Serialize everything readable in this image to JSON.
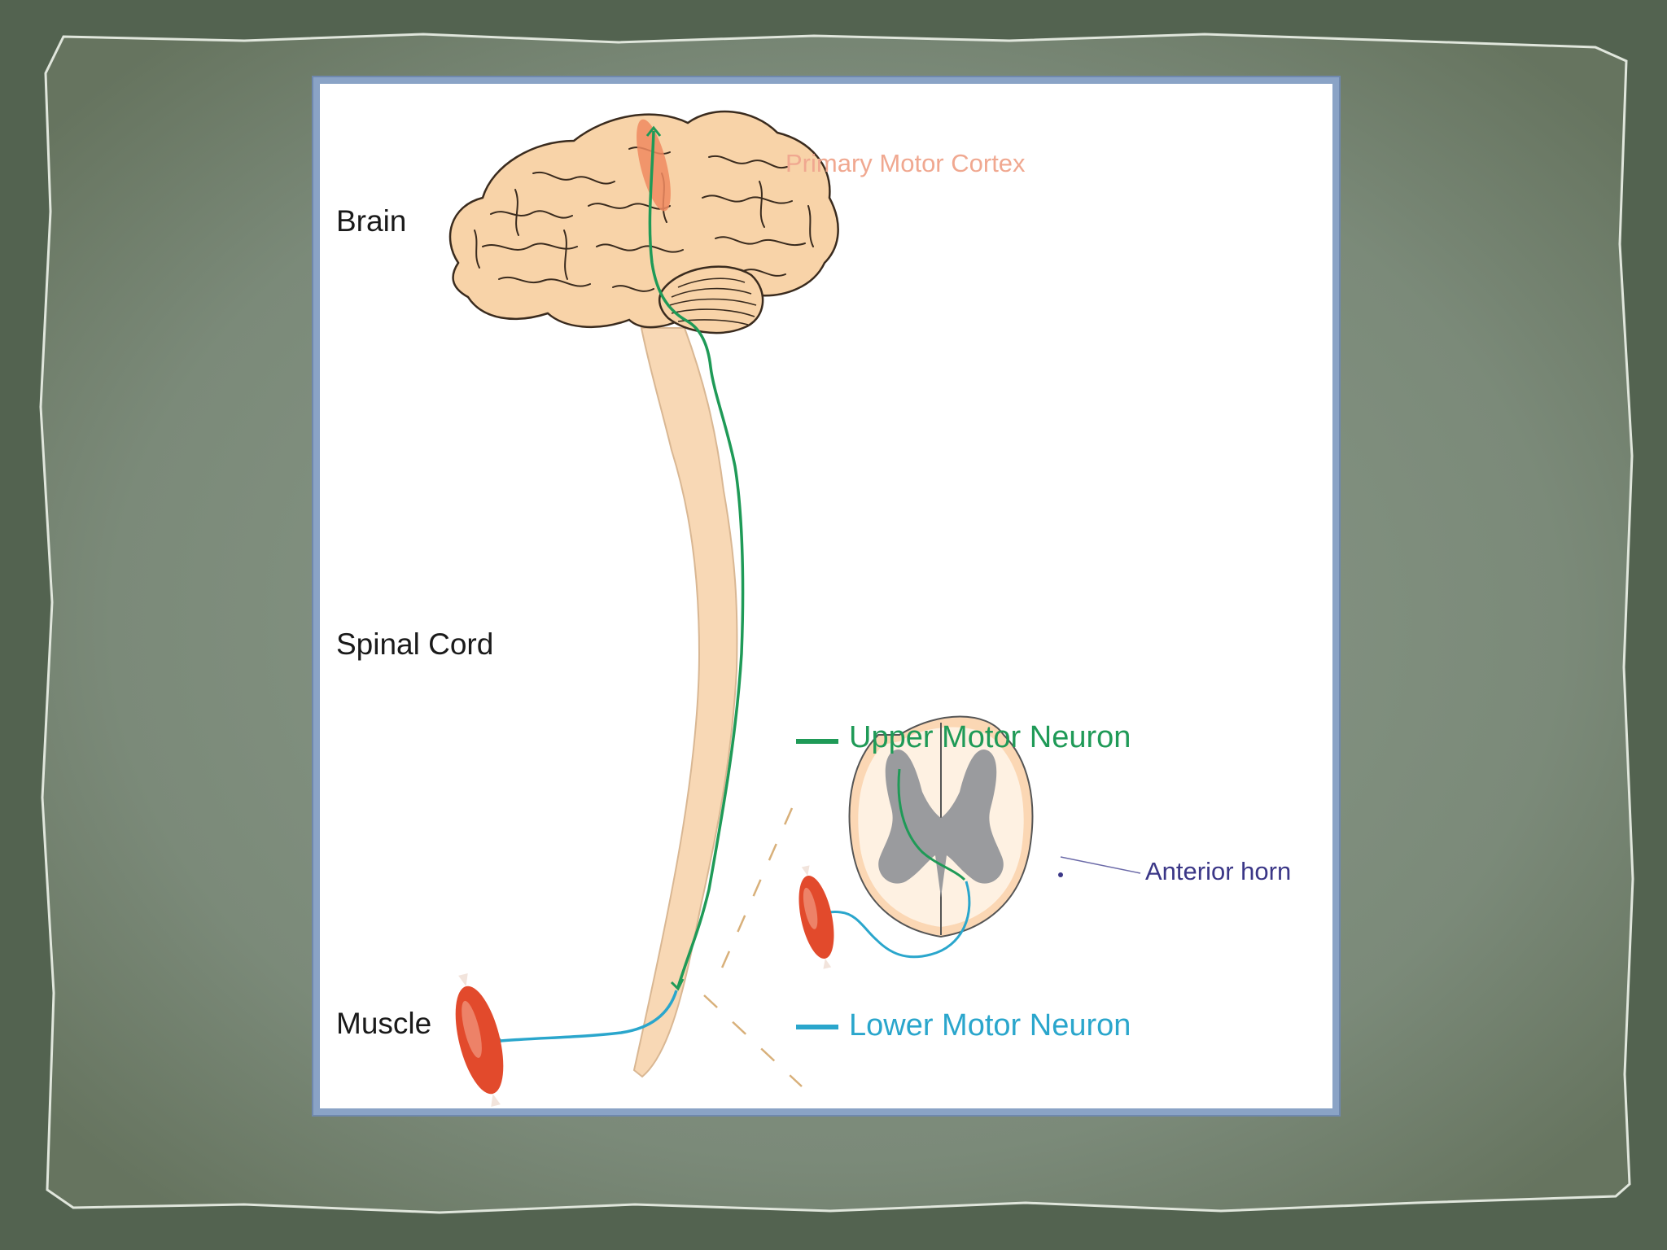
{
  "diagram": {
    "labels": {
      "brain": "Brain",
      "spinal_cord": "Spinal Cord",
      "muscle": "Muscle",
      "primary_motor_cortex": "Primary Motor Cortex",
      "anterior_horn": "Anterior horn"
    },
    "legend": [
      {
        "label": "Upper Motor Neuron",
        "color": "#1f9a57"
      },
      {
        "label": "Lower Motor Neuron",
        "color": "#2aa6cc"
      }
    ]
  },
  "colors": {
    "slide_background": "#556550",
    "paper": "#7e8c7c",
    "frame_border": "#8aa3c6",
    "brain_fill": "#f8d3a8",
    "motor_cortex": "#f08a60",
    "spinal_cord_fill": "#f8d8b5",
    "muscle": "#e24a2c",
    "gray_matter": "#9a9b9e",
    "upper_motor_neuron": "#1f9a57",
    "lower_motor_neuron": "#2aa6cc",
    "anterior_horn_text": "#3b3787"
  }
}
